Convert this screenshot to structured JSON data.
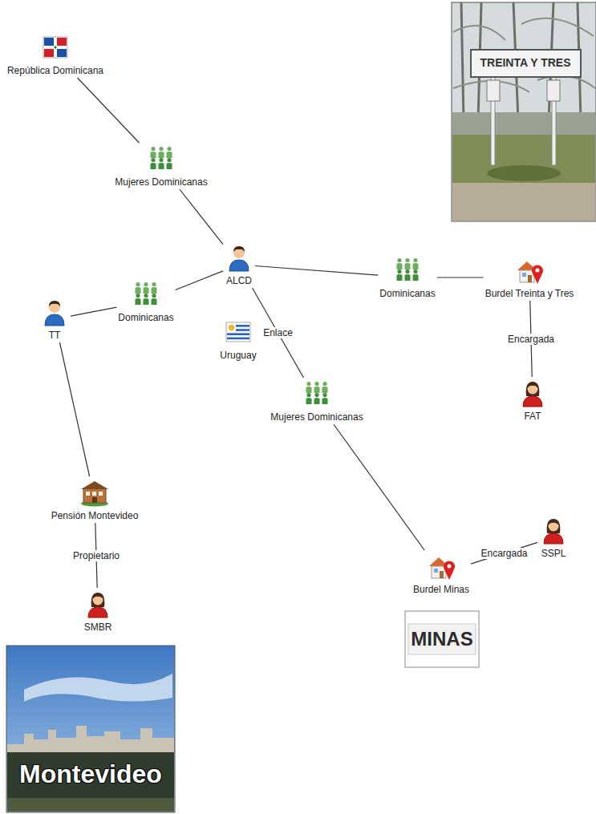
{
  "diagram": {
    "nodes": [
      {
        "text": [
          "República Dominicana"
        ]
      },
      {
        "text": [
          "Mujeres Dominicanas"
        ]
      },
      {
        "text": [
          "ALCD"
        ]
      },
      {
        "text": [
          "Dominicanas"
        ]
      },
      {
        "text": [
          "Burdel Treinta y Tres"
        ]
      },
      {
        "text": [
          "Dominicanas"
        ]
      },
      {
        "text": [
          "TT"
        ]
      },
      {
        "text": [
          "Uruguay"
        ]
      },
      {
        "text": [
          "FAT"
        ]
      },
      {
        "text": [
          "Mujeres Dominicanas"
        ]
      },
      {
        "text": [
          "Pensión Montevideo"
        ]
      },
      {
        "text": [
          "Burdel Minas"
        ]
      },
      {
        "text": [
          "SSPL"
        ]
      },
      {
        "text": [
          "SMBR"
        ]
      }
    ],
    "edges": [
      {
        "from": 0,
        "to": 1,
        "arrow": "none"
      },
      {
        "from": 1,
        "to": 2,
        "arrow": "none"
      },
      {
        "from": 2,
        "to": 5,
        "arrow": "none"
      },
      {
        "from": 5,
        "to": 6,
        "arrow": "none"
      },
      {
        "from": 2,
        "to": 3,
        "arrow": "none"
      },
      {
        "from": 3,
        "to": 4,
        "arrow": "none"
      },
      {
        "from": 4,
        "to": 8,
        "label": "Encargada",
        "arrow": "none"
      },
      {
        "from": 2,
        "to": 9,
        "label": "Enlace",
        "arrow": "none"
      },
      {
        "from": 9,
        "to": 11,
        "arrow": "none"
      },
      {
        "from": 11,
        "to": 12,
        "label": "Encargada",
        "arrow": "none"
      },
      {
        "from": 6,
        "to": 10,
        "arrow": "none"
      },
      {
        "from": 10,
        "to": 13,
        "label": "Propietario",
        "arrow": "none"
      }
    ],
    "labels": [
      "TREINTA Y TRES",
      "MINAS",
      "Montevideo"
    ]
  }
}
